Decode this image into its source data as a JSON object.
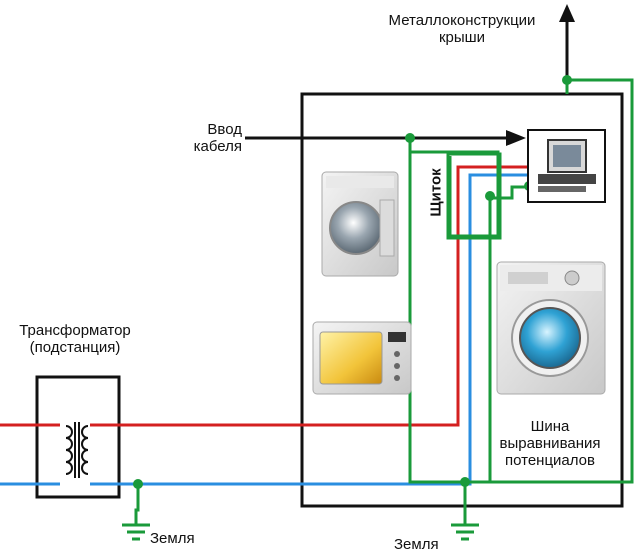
{
  "labels": {
    "roof_line1": "Металлоконструкции",
    "roof_line2": "крыши",
    "input_line1": "Ввод",
    "input_line2": "кабеля",
    "panel": "Щиток",
    "transformer_line1": "Трансформатор",
    "transformer_line2": "(подстанция)",
    "bus_line1": "Шина",
    "bus_line2": "выравнивания",
    "bus_line3": "потенциалов",
    "ground_left": "Земля",
    "ground_bottom": "Земля"
  },
  "colors": {
    "phase": "#d42020",
    "neutral": "#2a8ee0",
    "protective_earth": "#1a9a3a",
    "outline": "#111111"
  },
  "icons": [
    "computer-icon",
    "dryer-icon",
    "microwave-icon",
    "washing-machine-icon",
    "transformer-coil-icon",
    "ground-symbol-icon"
  ]
}
